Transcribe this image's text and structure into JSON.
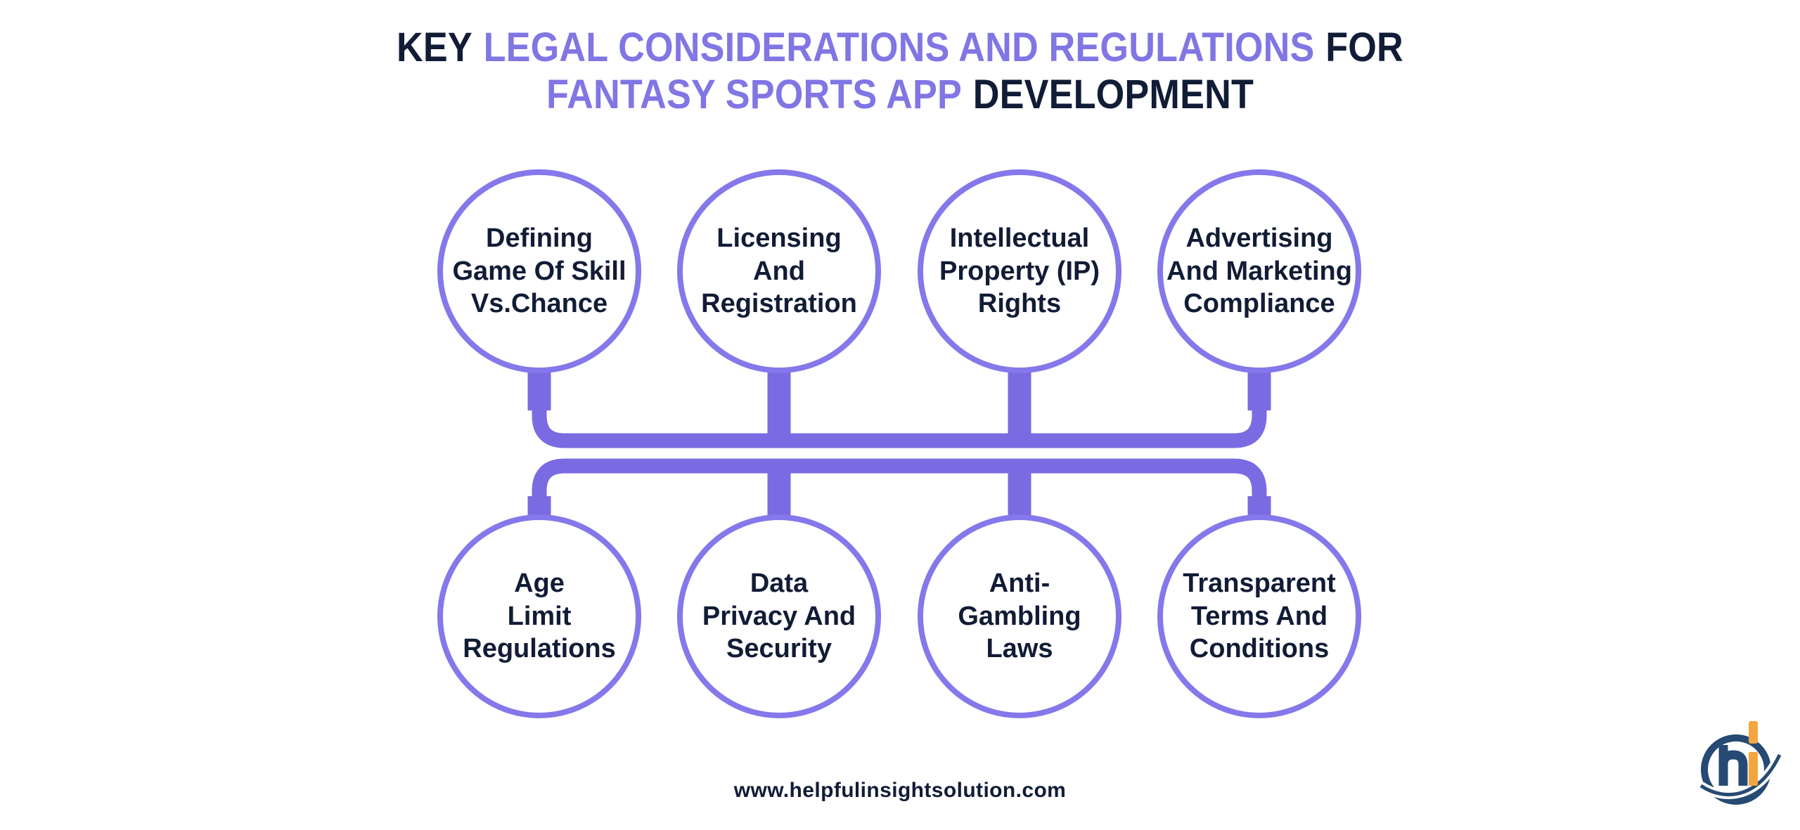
{
  "title": {
    "seg1": "KEY",
    "seg2": "LEGAL CONSIDERATIONS AND REGULATIONS",
    "seg3": "FOR",
    "seg4": "FANTASY SPORTS APP",
    "seg5": "DEVELOPMENT"
  },
  "nodes": [
    {
      "id": "defining-game-of-skill-vs-chance",
      "label": "Defining\nGame Of Skill\nVs.Chance"
    },
    {
      "id": "licensing-and-registration",
      "label": "Licensing\nAnd\nRegistration"
    },
    {
      "id": "intellectual-property-ip-rights",
      "label": "Intellectual\nProperty (IP)\nRights"
    },
    {
      "id": "advertising-marketing-compliance",
      "label": "Advertising\nAnd Marketing\nCompliance"
    },
    {
      "id": "age-limit-regulations",
      "label": "Age\nLimit\nRegulations"
    },
    {
      "id": "data-privacy-and-security",
      "label": "Data\nPrivacy And\nSecurity"
    },
    {
      "id": "anti-gambling-laws",
      "label": "Anti-\nGambling\nLaws"
    },
    {
      "id": "transparent-terms-and-conditions",
      "label": "Transparent\nTerms And\nConditions"
    }
  ],
  "footer": {
    "website": "www.helpfulinsightsolution.com"
  },
  "branding": {
    "logo_icon": "hi-monogram-logo"
  },
  "colors": {
    "background": "#FFFFFF",
    "title_purple": "#8076E4",
    "circle_purple": "#8478EA",
    "line_purple": "#7A6BE2",
    "text_navy": "#111C36",
    "logo_navy": "#264A73",
    "logo_orange": "#F3A63F"
  }
}
